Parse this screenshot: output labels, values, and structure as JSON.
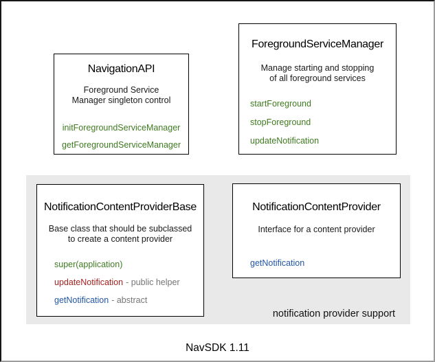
{
  "colors": {
    "method_green": "#3f7a20",
    "method_red": "#a32422",
    "method_blue": "#2256a8",
    "annotation_gray": "#767676",
    "group_bg": "#e9e9e9",
    "box_border": "#000000"
  },
  "boxes": {
    "navigation_api": {
      "title": "NavigationAPI",
      "description": [
        "Foreground Service",
        "Manager singleton control"
      ],
      "methods": [
        {
          "label": "initForegroundServiceManager",
          "color": "green"
        },
        {
          "label": "getForegroundServiceManager",
          "color": "green"
        }
      ]
    },
    "foreground_service_manager": {
      "title": "ForegroundServiceManager",
      "description": [
        "Manage starting and stopping",
        "of all foreground services"
      ],
      "methods": [
        {
          "label": "startForeground",
          "color": "green"
        },
        {
          "label": "stopForeground",
          "color": "green"
        },
        {
          "label": "updateNotification",
          "color": "green"
        }
      ]
    },
    "notification_content_provider_base": {
      "title": "NotificationContentProviderBase",
      "description": [
        "Base class that should be subclassed",
        "to create a content provider"
      ],
      "methods": [
        {
          "label": "super(application)",
          "color": "green",
          "annotation": ""
        },
        {
          "label": "updateNotification",
          "color": "red",
          "annotation": "- public helper"
        },
        {
          "label": "getNotification",
          "color": "blue",
          "annotation": "- abstract"
        }
      ]
    },
    "notification_content_provider": {
      "title": "NotificationContentProvider",
      "description": [
        "Interface for a content provider"
      ],
      "methods": [
        {
          "label": "getNotification",
          "color": "blue"
        }
      ]
    }
  },
  "group": {
    "label": "notification provider support"
  },
  "footer": {
    "label": "NavSDK 1.11"
  }
}
